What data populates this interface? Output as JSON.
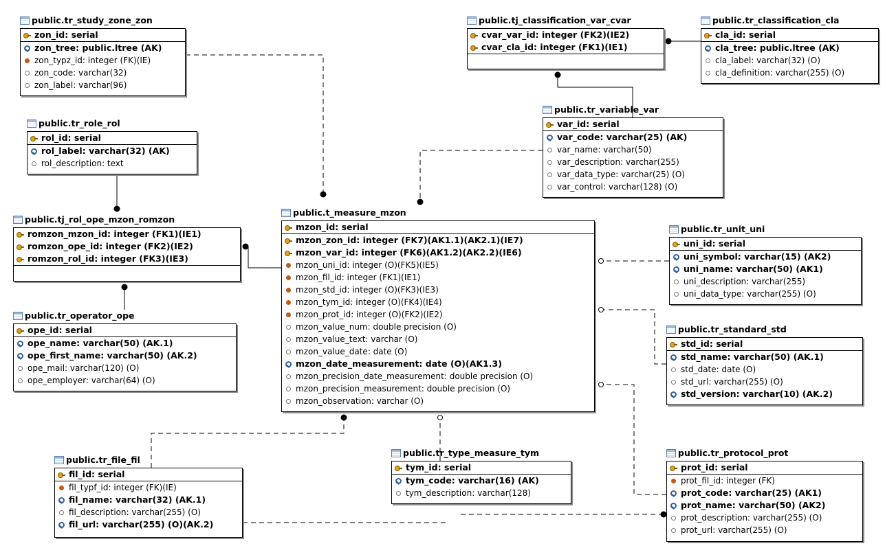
{
  "tables": [
    {
      "id": "zon",
      "name": "public.tr_study_zone_zon",
      "rows": [
        {
          "text": "zon_id: serial",
          "kind": "pk",
          "icon": "key"
        },
        {
          "text": "zon_tree: public.ltree (AK)",
          "kind": "ak",
          "icon": "ak"
        },
        {
          "text": "zon_typz_id: integer (FK)(IE)",
          "kind": "attr",
          "icon": "fk"
        },
        {
          "text": "zon_code: varchar(32)",
          "kind": "attr",
          "icon": "attr"
        },
        {
          "text": "zon_label: varchar(96)",
          "kind": "attr",
          "icon": "attr"
        }
      ]
    },
    {
      "id": "rol",
      "name": "public.tr_role_rol",
      "rows": [
        {
          "text": "rol_id: serial",
          "kind": "pk",
          "icon": "key"
        },
        {
          "text": "rol_label: varchar(32) (AK)",
          "kind": "ak",
          "icon": "ak"
        },
        {
          "text": "rol_description: text",
          "kind": "attr",
          "icon": "attr"
        }
      ]
    },
    {
      "id": "romzon",
      "name": "public.tj_rol_ope_mzon_romzon",
      "rows": [
        {
          "text": "romzon_mzon_id: integer (FK1)(IE1)",
          "kind": "ak",
          "icon": "key"
        },
        {
          "text": "romzon_ope_id: integer (FK2)(IE2)",
          "kind": "ak",
          "icon": "key"
        },
        {
          "text": "romzon_rol_id: integer (FK3)(IE3)",
          "kind": "pk",
          "icon": "key"
        }
      ]
    },
    {
      "id": "ope",
      "name": "public.tr_operator_ope",
      "rows": [
        {
          "text": "ope_id: serial",
          "kind": "pk",
          "icon": "key"
        },
        {
          "text": "ope_name: varchar(50) (AK.1)",
          "kind": "ak",
          "icon": "ak"
        },
        {
          "text": "ope_first_name: varchar(50) (AK.2)",
          "kind": "ak",
          "icon": "ak"
        },
        {
          "text": "ope_mail: varchar(120) (O)",
          "kind": "attr",
          "icon": "attr"
        },
        {
          "text": "ope_employer: varchar(64) (O)",
          "kind": "attr",
          "icon": "attr"
        }
      ]
    },
    {
      "id": "cvar",
      "name": "public.tj_classification_var_cvar",
      "rows": [
        {
          "text": "cvar_var_id: integer (FK2)(IE2)",
          "kind": "ak",
          "icon": "key"
        },
        {
          "text": "cvar_cla_id: integer (FK1)(IE1)",
          "kind": "pk",
          "icon": "key"
        }
      ]
    },
    {
      "id": "cla",
      "name": "public.tr_classification_cla",
      "rows": [
        {
          "text": "cla_id: serial",
          "kind": "pk",
          "icon": "key"
        },
        {
          "text": "cla_tree: public.ltree (AK)",
          "kind": "ak",
          "icon": "ak"
        },
        {
          "text": "cla_label: varchar(32) (O)",
          "kind": "attr",
          "icon": "attr"
        },
        {
          "text": "cla_definition: varchar(255) (O)",
          "kind": "attr",
          "icon": "attr"
        }
      ]
    },
    {
      "id": "var",
      "name": "public.tr_variable_var",
      "rows": [
        {
          "text": "var_id: serial",
          "kind": "pk",
          "icon": "key"
        },
        {
          "text": "var_code: varchar(25) (AK)",
          "kind": "ak",
          "icon": "ak"
        },
        {
          "text": "var_name: varchar(50)",
          "kind": "attr",
          "icon": "attr"
        },
        {
          "text": "var_description: varchar(255)",
          "kind": "attr",
          "icon": "attr"
        },
        {
          "text": "var_data_type: varchar(25) (O)",
          "kind": "attr",
          "icon": "attr"
        },
        {
          "text": "var_control: varchar(128) (O)",
          "kind": "attr",
          "icon": "attr"
        }
      ]
    },
    {
      "id": "mzon",
      "name": "public.t_measure_mzon",
      "rows": [
        {
          "text": "mzon_id: serial",
          "kind": "pk",
          "icon": "key"
        },
        {
          "text": "mzon_zon_id: integer (FK7)(AK1.1)(AK2.1)(IE7)",
          "kind": "ak",
          "icon": "key"
        },
        {
          "text": "mzon_var_id: integer (FK6)(AK1.2)(AK2.2)(IE6)",
          "kind": "ak",
          "icon": "key"
        },
        {
          "text": "mzon_uni_id: integer (O)(FK5)(IE5)",
          "kind": "attr",
          "icon": "fk"
        },
        {
          "text": "mzon_fil_id: integer (FK1)(IE1)",
          "kind": "attr",
          "icon": "fk"
        },
        {
          "text": "mzon_std_id: integer (O)(FK3)(IE3)",
          "kind": "attr",
          "icon": "fk"
        },
        {
          "text": "mzon_tym_id: integer (O)(FK4)(IE4)",
          "kind": "attr",
          "icon": "fk"
        },
        {
          "text": "mzon_prot_id: integer (O)(FK2)(IE2)",
          "kind": "attr",
          "icon": "fk"
        },
        {
          "text": "mzon_value_num: double precision (O)",
          "kind": "attr",
          "icon": "attr"
        },
        {
          "text": "mzon_value_text: varchar (O)",
          "kind": "attr",
          "icon": "attr"
        },
        {
          "text": "mzon_value_date: date (O)",
          "kind": "attr",
          "icon": "attr"
        },
        {
          "text": "mzon_date_measurement: date (O)(AK1.3)",
          "kind": "ak",
          "icon": "ak"
        },
        {
          "text": "mzon_precision_date_measurement: double precision (O)",
          "kind": "attr",
          "icon": "attr"
        },
        {
          "text": "mzon_precision_measurement: double precision (O)",
          "kind": "attr",
          "icon": "attr"
        },
        {
          "text": "mzon_observation: varchar (O)",
          "kind": "attr",
          "icon": "attr"
        }
      ]
    },
    {
      "id": "uni",
      "name": "public.tr_unit_uni",
      "rows": [
        {
          "text": "uni_id: serial",
          "kind": "pk",
          "icon": "key"
        },
        {
          "text": "uni_symbol: varchar(15) (AK2)",
          "kind": "ak",
          "icon": "ak"
        },
        {
          "text": "uni_name: varchar(50) (AK1)",
          "kind": "ak",
          "icon": "ak"
        },
        {
          "text": "uni_description: varchar(255)",
          "kind": "attr",
          "icon": "attr"
        },
        {
          "text": "uni_data_type: varchar(255) (O)",
          "kind": "attr",
          "icon": "attr"
        }
      ]
    },
    {
      "id": "std",
      "name": "public.tr_standard_std",
      "rows": [
        {
          "text": "std_id: serial",
          "kind": "pk",
          "icon": "key"
        },
        {
          "text": "std_name: varchar(50) (AK.1)",
          "kind": "ak",
          "icon": "ak"
        },
        {
          "text": "std_date: date (O)",
          "kind": "attr",
          "icon": "attr"
        },
        {
          "text": "std_url: varchar(255) (O)",
          "kind": "attr",
          "icon": "attr"
        },
        {
          "text": "std_version: varchar(10) (AK.2)",
          "kind": "ak",
          "icon": "ak"
        }
      ]
    },
    {
      "id": "fil",
      "name": "public.tr_file_fil",
      "rows": [
        {
          "text": "fil_id: serial",
          "kind": "pk",
          "icon": "key"
        },
        {
          "text": "fil_typf_id: integer (FK)(IE)",
          "kind": "attr",
          "icon": "fk"
        },
        {
          "text": "fil_name: varchar(32) (AK.1)",
          "kind": "ak",
          "icon": "ak"
        },
        {
          "text": "fil_description: varchar(255) (O)",
          "kind": "attr",
          "icon": "attr"
        },
        {
          "text": "fil_url: varchar(255) (O)(AK.2)",
          "kind": "ak",
          "icon": "ak"
        }
      ]
    },
    {
      "id": "tym",
      "name": "public.tr_type_measure_tym",
      "rows": [
        {
          "text": "tym_id: serial",
          "kind": "pk",
          "icon": "key"
        },
        {
          "text": "tym_code: varchar(16) (AK)",
          "kind": "ak",
          "icon": "ak"
        },
        {
          "text": "tym_description: varchar(128)",
          "kind": "attr",
          "icon": "attr"
        }
      ]
    },
    {
      "id": "prot",
      "name": "public.tr_protocol_prot",
      "rows": [
        {
          "text": "prot_id: serial",
          "kind": "pk",
          "icon": "key"
        },
        {
          "text": "prot_fil_id: integer (FK)",
          "kind": "attr",
          "icon": "fk"
        },
        {
          "text": "prot_code: varchar(25) (AK1)",
          "kind": "ak",
          "icon": "ak"
        },
        {
          "text": "prot_name: varchar(50) (AK2)",
          "kind": "ak",
          "icon": "ak"
        },
        {
          "text": "prot_description: varchar(255) (O)",
          "kind": "attr",
          "icon": "attr"
        },
        {
          "text": "prot_url: varchar(255) (O)",
          "kind": "attr",
          "icon": "attr"
        }
      ]
    }
  ]
}
